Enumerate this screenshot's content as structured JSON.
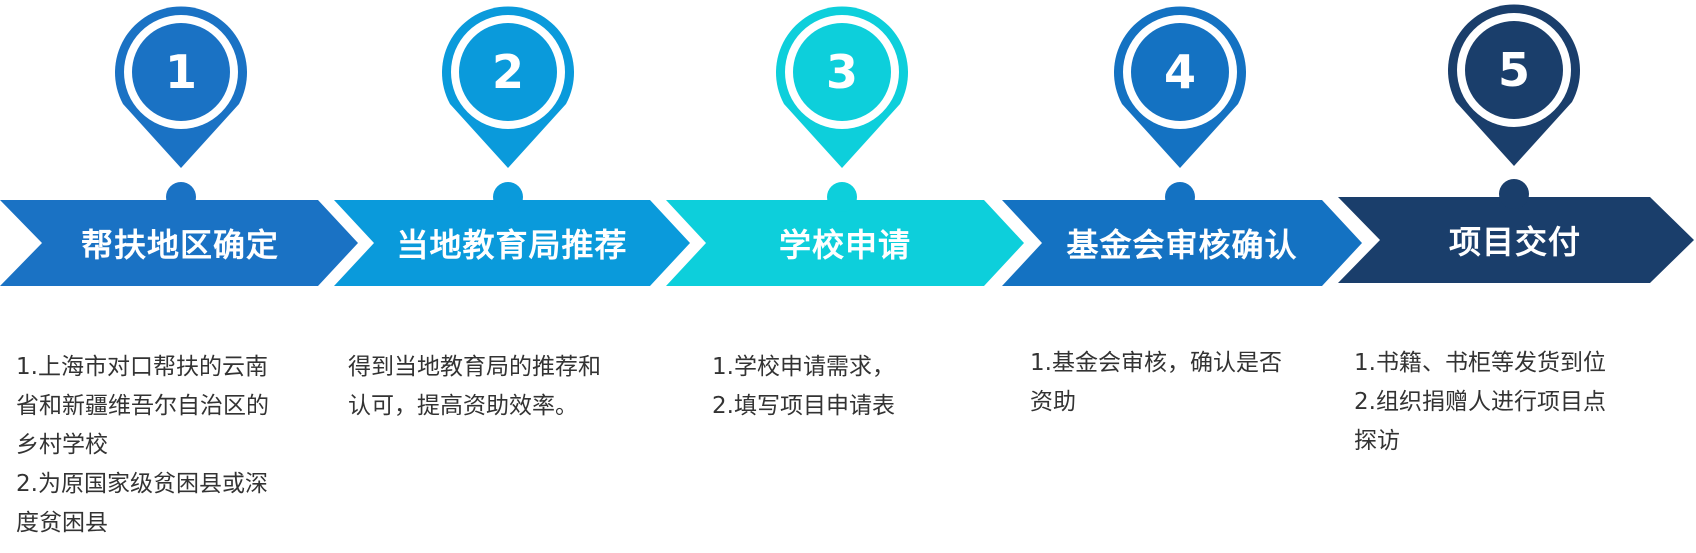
{
  "colors": {
    "step1": "#1A72C4",
    "step2": "#0A9ADB",
    "step3": "#0DCFDB",
    "step4": "#1472C2",
    "step5": "#1A3E6B",
    "text": "#333333"
  },
  "steps": [
    {
      "number": "1",
      "title": "帮扶地区确定",
      "lines": [
        "1.上海市对口帮扶的云南",
        "省和新疆维吾尔自治区的",
        "乡村学校",
        "2.为原国家级贫困县或深",
        "度贫困县"
      ]
    },
    {
      "number": "2",
      "title": "当地教育局推荐",
      "lines": [
        "得到当地教育局的推荐和",
        "认可，提高资助效率。"
      ]
    },
    {
      "number": "3",
      "title": "学校申请",
      "lines": [
        "1.学校申请需求，",
        "2.填写项目申请表"
      ]
    },
    {
      "number": "4",
      "title": "基金会审核确认",
      "lines": [
        "1.基金会审核，确认是否",
        "资助"
      ]
    },
    {
      "number": "5",
      "title": "项目交付",
      "lines": [
        "1.书籍、书柜等发货到位",
        "2.组织捐赠人进行项目点",
        "探访"
      ]
    }
  ]
}
